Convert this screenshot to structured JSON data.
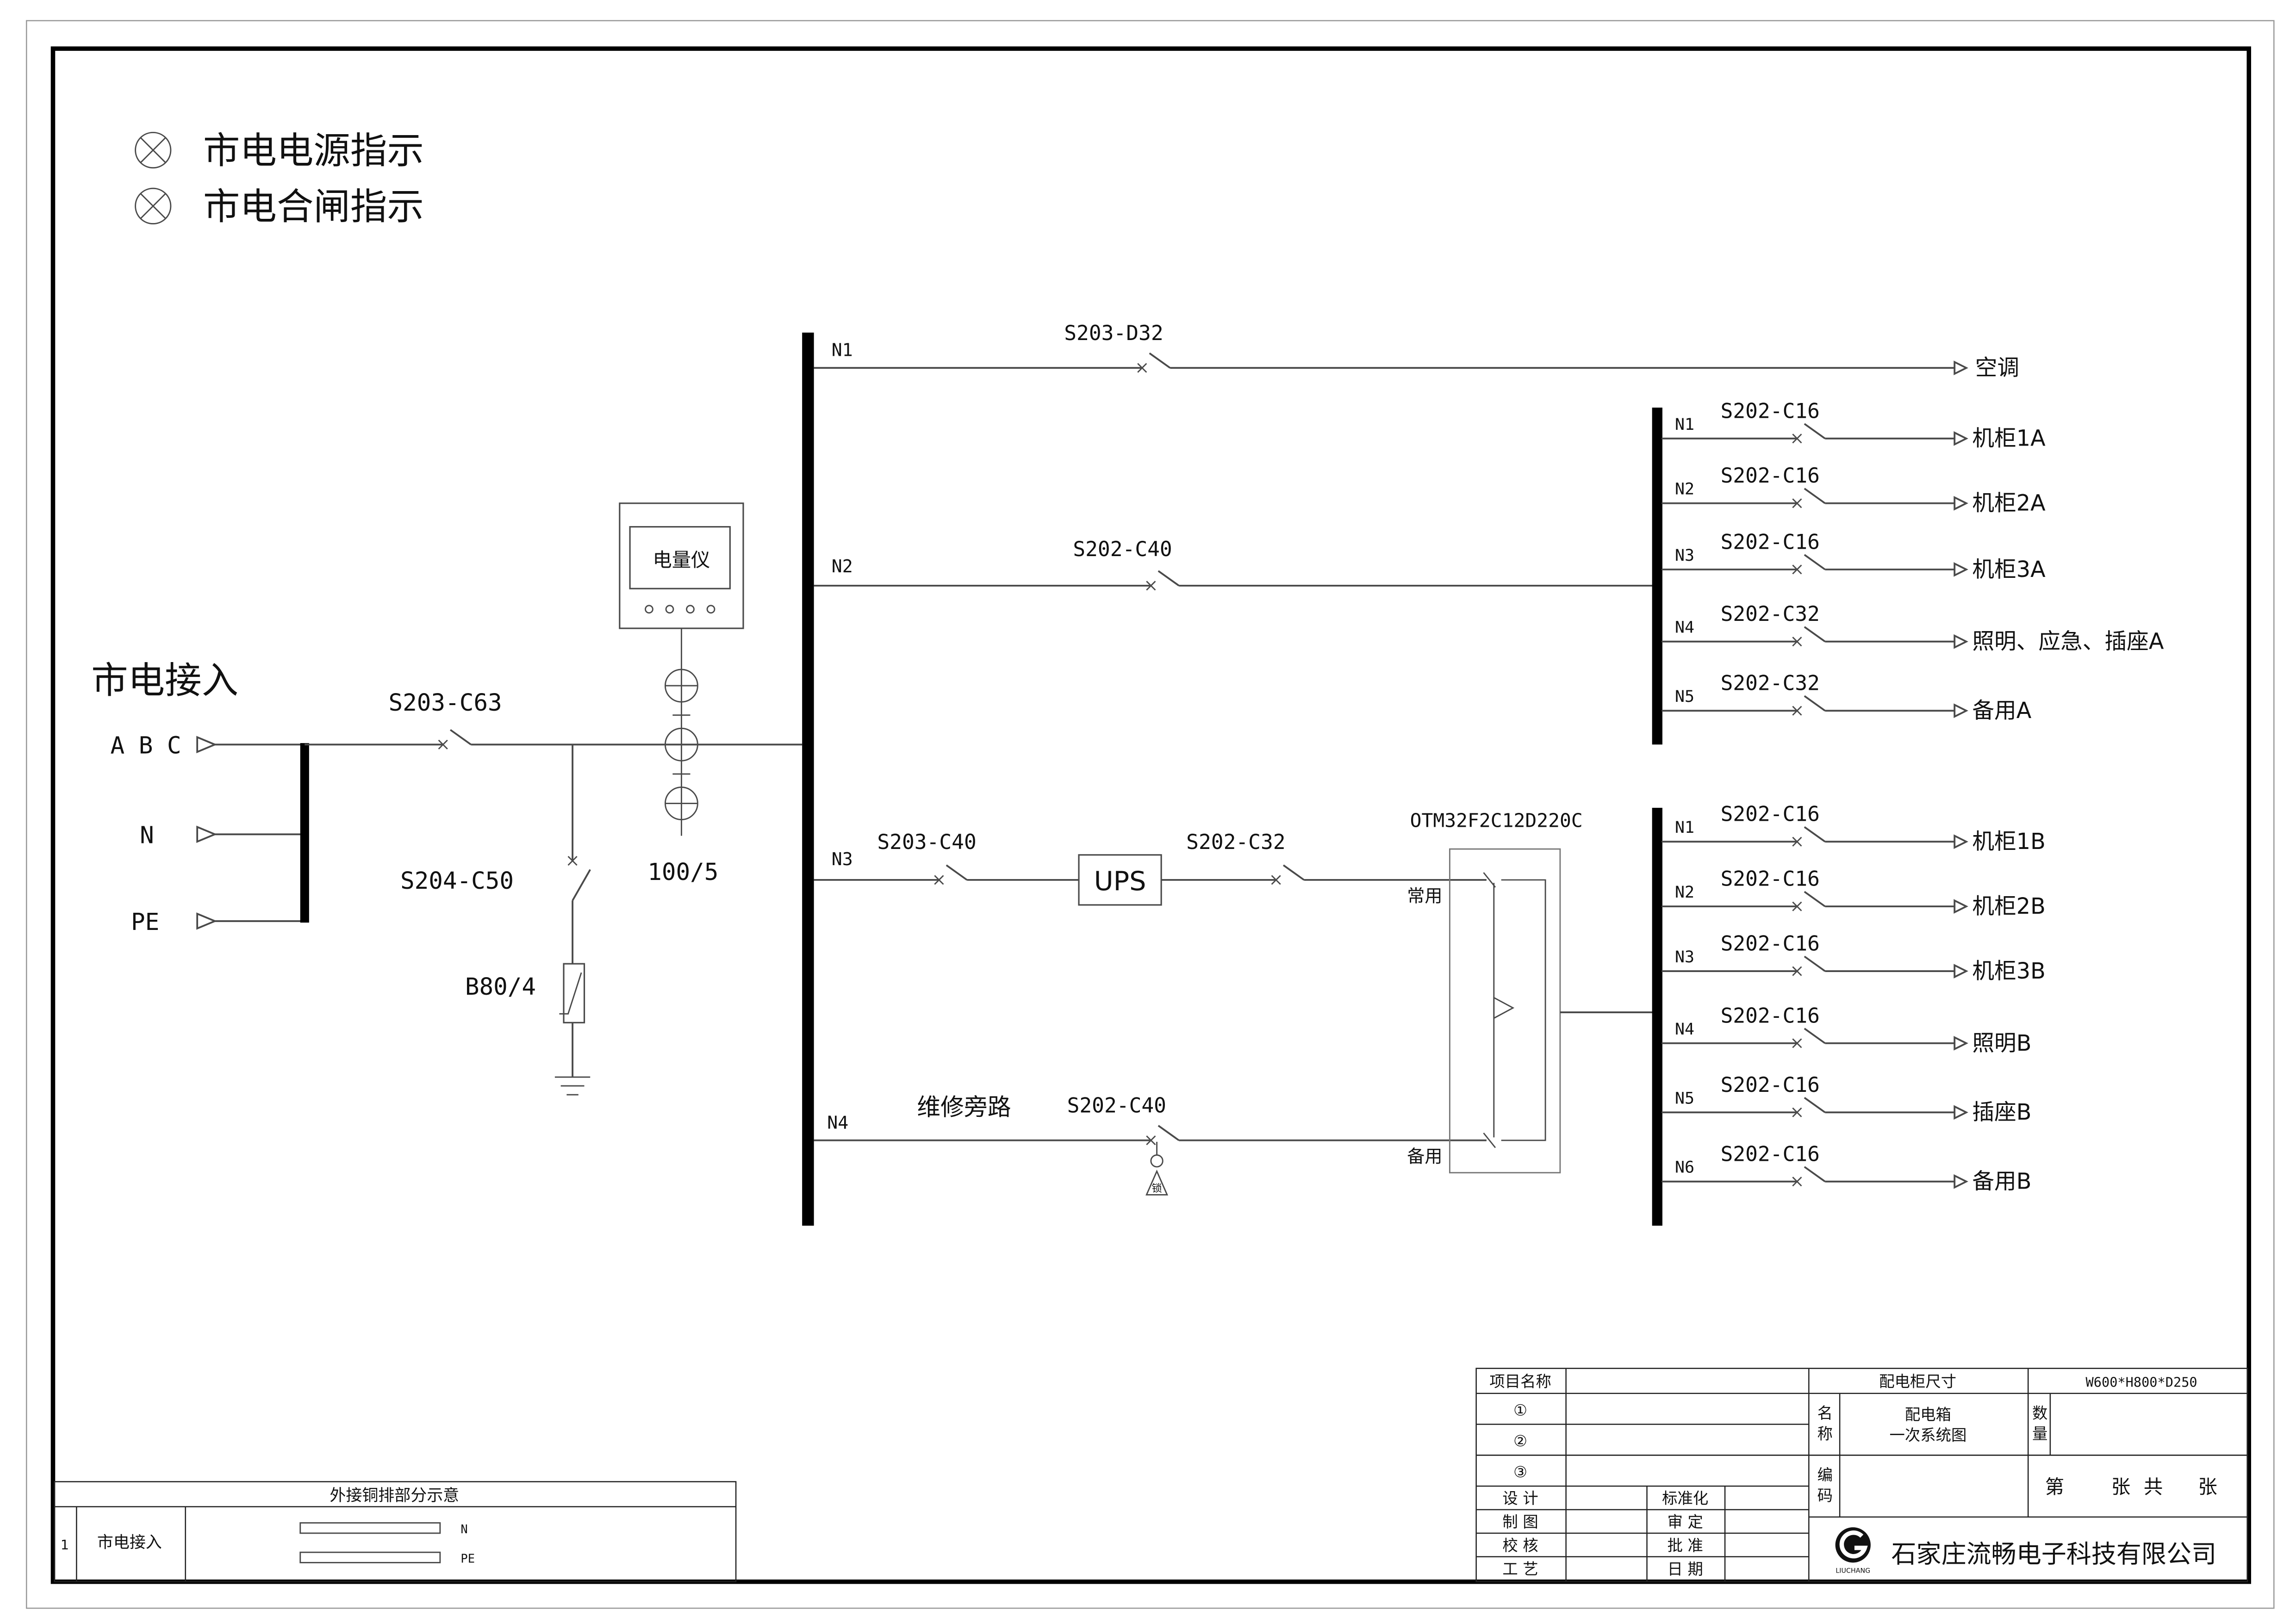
{
  "colors": {
    "wire": "#4a4a4a",
    "bus": "#000000",
    "frame": "#000000",
    "text": "#111111"
  },
  "legend": {
    "items": [
      {
        "icon": "indicator-lamp-icon",
        "label": "市电电源指示"
      },
      {
        "icon": "indicator-lamp-icon",
        "label": "市电合闸指示"
      }
    ]
  },
  "incoming": {
    "title": "市电接入",
    "terminals": [
      "A B C",
      "N",
      "PE"
    ],
    "main_breaker": "S203-C63",
    "spd_breaker": "S204-C50",
    "spd": "B80/4",
    "meter": "电量仪",
    "ct_ratio": "100/5"
  },
  "main_bus": {
    "n1": {
      "id": "N1",
      "breaker": "S203-D32",
      "load": "空调"
    },
    "n2": {
      "id": "N2",
      "breaker": "S202-C40"
    },
    "n3": {
      "id": "N3",
      "breaker": "S203-C40",
      "ups": "UPS",
      "ups_breaker": "S202-C32"
    },
    "n4": {
      "id": "N4",
      "name": "维修旁路",
      "breaker": "S202-C40",
      "lock": "锁"
    }
  },
  "ats": {
    "model": "OTM32F2C12D220C",
    "normal_input": "常用",
    "backup_input": "备用"
  },
  "bus_a": {
    "feeders": [
      {
        "id": "N1",
        "breaker": "S202-C16",
        "load": "机柜1A"
      },
      {
        "id": "N2",
        "breaker": "S202-C16",
        "load": "机柜2A"
      },
      {
        "id": "N3",
        "breaker": "S202-C16",
        "load": "机柜3A"
      },
      {
        "id": "N4",
        "breaker": "S202-C32",
        "load": "照明、应急、插座A"
      },
      {
        "id": "N5",
        "breaker": "S202-C32",
        "load": "备用A"
      }
    ]
  },
  "bus_b": {
    "feeders": [
      {
        "id": "N1",
        "breaker": "S202-C16",
        "load": "机柜1B"
      },
      {
        "id": "N2",
        "breaker": "S202-C16",
        "load": "机柜2B"
      },
      {
        "id": "N3",
        "breaker": "S202-C16",
        "load": "机柜3B"
      },
      {
        "id": "N4",
        "breaker": "S202-C16",
        "load": "照明B"
      },
      {
        "id": "N5",
        "breaker": "S202-C16",
        "load": "插座B"
      },
      {
        "id": "N6",
        "breaker": "S202-C16",
        "load": "备用B"
      }
    ]
  },
  "busbar_table": {
    "title": "外接铜排部分示意",
    "row": {
      "no": "1",
      "name": "市电接入",
      "bars": [
        "N",
        "PE"
      ]
    }
  },
  "title_block": {
    "project_name_label": "项目名称",
    "numbered": [
      "①",
      "②",
      "③"
    ],
    "cabinet_size_label": "配电柜尺寸",
    "cabinet_size": "W600*H800*D250",
    "name_label": [
      "名",
      "称"
    ],
    "drawing_name": [
      "配电箱",
      "一次系统图"
    ],
    "quantity_label": [
      "数",
      "量"
    ],
    "code_label": [
      "编",
      "码"
    ],
    "sheet": [
      "第",
      "张",
      "共",
      "张"
    ],
    "signoff_left": [
      "设 计",
      "制 图",
      "校 核",
      "工 艺"
    ],
    "signoff_right": [
      "标准化",
      "审 定",
      "批 准",
      "日 期"
    ],
    "logo_icon": "company-logo-icon",
    "logo_text": "LIUCHANG",
    "company": "石家庄流畅电子科技有限公司"
  }
}
